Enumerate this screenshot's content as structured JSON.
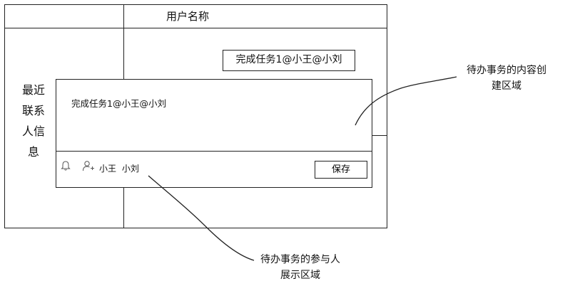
{
  "header": {
    "title": "用户名称"
  },
  "sidebar": {
    "title_lines": [
      "最近",
      "联系",
      "人信",
      "息"
    ]
  },
  "preview": {
    "text": "完成任务1@小王@小刘"
  },
  "editor": {
    "content": "完成任务1@小王@小刘",
    "participants": "小王 小刘",
    "save_label": "保存",
    "icons": [
      "bell-icon",
      "add-user-icon"
    ]
  },
  "callouts": {
    "content_area": [
      "待办事务的内容创",
      "建区域"
    ],
    "participants_area": [
      "待办事务的参与人",
      "展示区域"
    ]
  }
}
